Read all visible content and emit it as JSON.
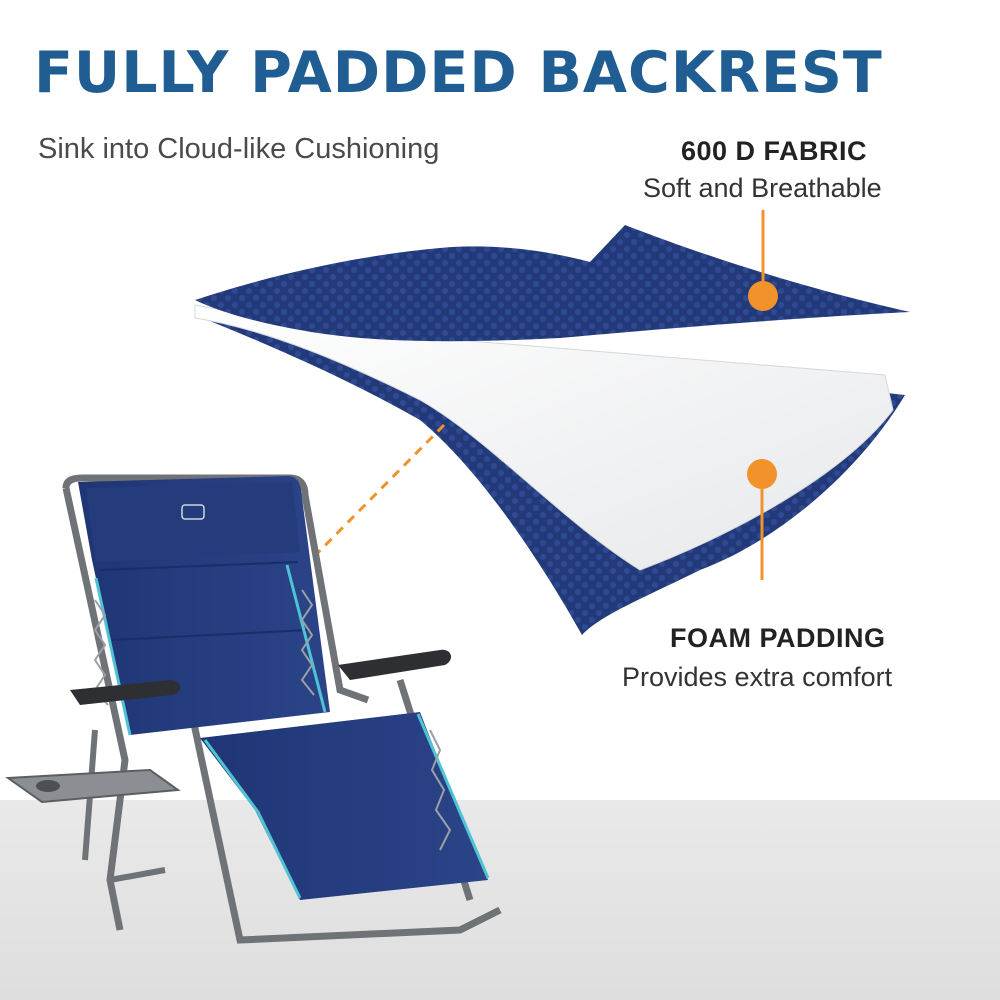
{
  "banner": {
    "title": "FULLY PADDED BACKREST",
    "subtitle": "Sink into Cloud-like Cushioning"
  },
  "callouts": {
    "fabric": {
      "heading": "600 D FABRIC",
      "description": "Soft and Breathable"
    },
    "foam": {
      "heading": "FOAM PADDING",
      "description": "Provides extra comfort"
    }
  },
  "colors": {
    "title": "#1f5d93",
    "fabric_navy": "#233a7a",
    "accent_orange": "#f2922b",
    "teal_trim": "#4fc3d4",
    "frame_gray": "#6f7276"
  },
  "images": {
    "cross_section": "fabric-foam-fabric-layer-cutaway",
    "product": "zero-gravity-lounge-chair-with-side-tray"
  }
}
